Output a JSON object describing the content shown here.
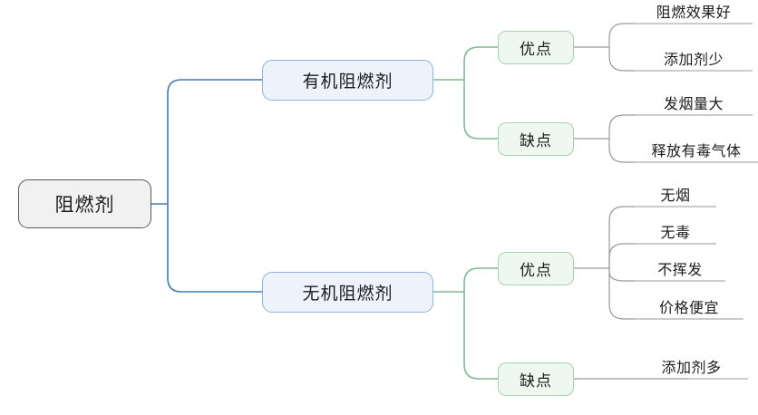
{
  "diagram": {
    "type": "mind-map",
    "title": "阻燃剂",
    "colors": {
      "root_fill": "#f1f1f1",
      "root_border": "#595959",
      "branch_fill": "#eef2fb",
      "branch_border": "#8fb3d9",
      "sub_fill": "#eef7f0",
      "sub_border": "#a9cfb4",
      "connector_blue": "#3f7ab0",
      "connector_green": "#7fb894",
      "connector_gray": "#9a9a9a",
      "text": "#1c1c1c",
      "background": "#ffffff"
    },
    "root": {
      "label": "阻燃剂"
    },
    "branches": [
      {
        "label": "有机阻燃剂",
        "groups": [
          {
            "label": "优点",
            "leaves": [
              "阻燃效果好",
              "添加剂少"
            ]
          },
          {
            "label": "缺点",
            "leaves": [
              "发烟量大",
              "释放有毒气体"
            ]
          }
        ]
      },
      {
        "label": "无机阻燃剂",
        "groups": [
          {
            "label": "优点",
            "leaves": [
              "无烟",
              "无毒",
              "不挥发",
              "价格便宜"
            ]
          },
          {
            "label": "缺点",
            "leaves": [
              "添加剂多"
            ]
          }
        ]
      }
    ]
  }
}
